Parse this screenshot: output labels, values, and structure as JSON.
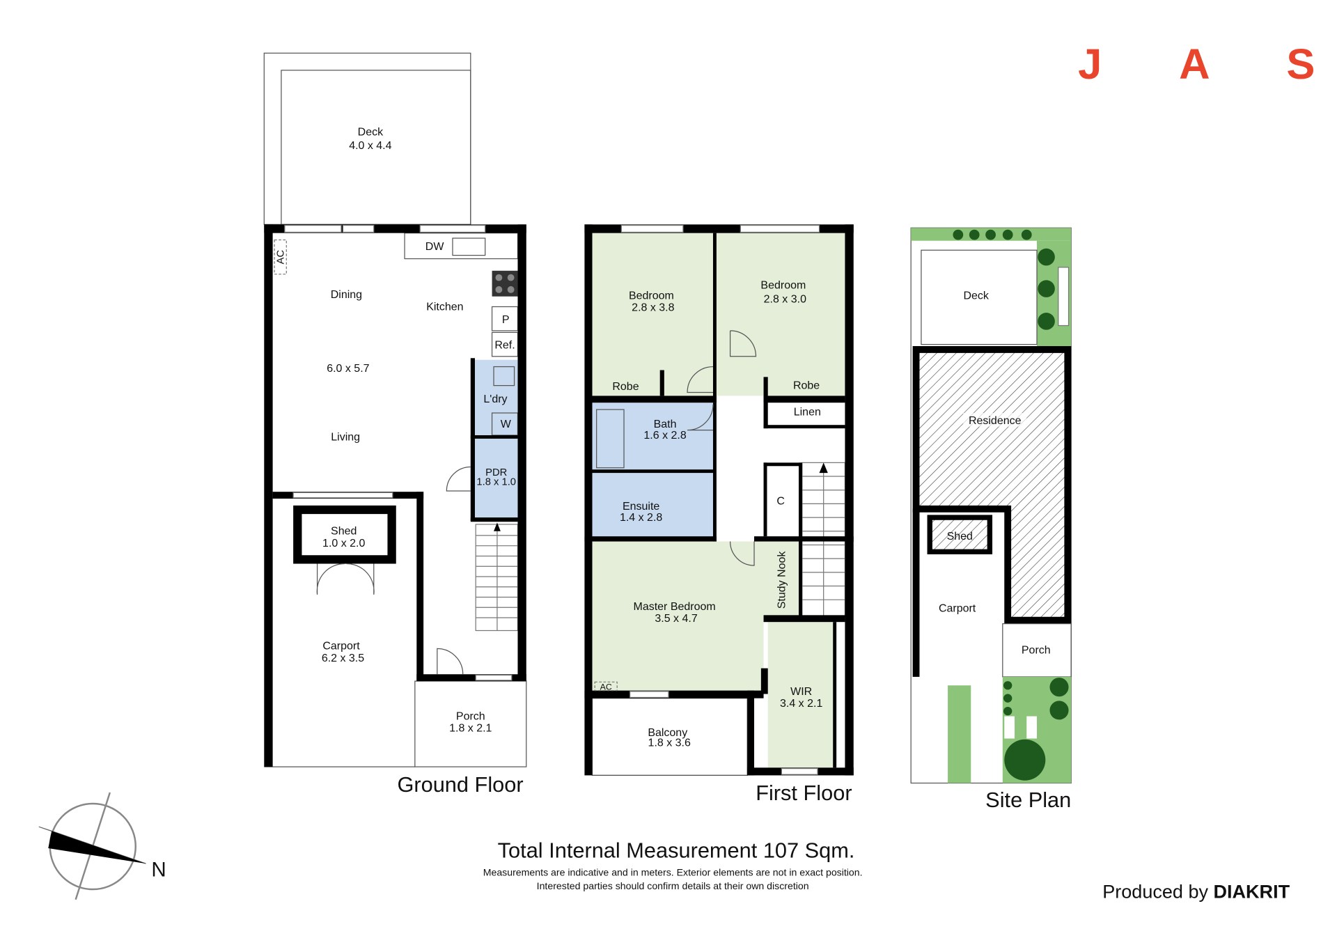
{
  "brand": {
    "logo_letters": [
      "J",
      "A",
      "S"
    ],
    "color": "#e8452c"
  },
  "ground_floor": {
    "title": "Ground Floor",
    "rooms": {
      "deck": {
        "name": "Deck",
        "size": "4.0 x 4.4"
      },
      "dining": {
        "name": "Dining"
      },
      "kitchen": {
        "name": "Kitchen"
      },
      "living_size": "6.0 x 5.7",
      "living": {
        "name": "Living"
      },
      "laundry": {
        "name": "L'dry"
      },
      "pdr": {
        "name": "PDR",
        "size": "1.8 x 1.0"
      },
      "shed": {
        "name": "Shed",
        "size": "1.0 x 2.0"
      },
      "carport": {
        "name": "Carport",
        "size": "6.2 x 3.5"
      },
      "porch": {
        "name": "Porch",
        "size": "1.8 x 2.1"
      }
    },
    "fixtures": {
      "ac": "AC",
      "dw": "DW",
      "pantry": "P",
      "fridge": "Ref.",
      "washer": "W"
    }
  },
  "first_floor": {
    "title": "First Floor",
    "rooms": {
      "bedroom1": {
        "name": "Bedroom",
        "size": "2.8 x 3.8"
      },
      "bedroom2": {
        "name": "Bedroom",
        "size": "2.8 x 3.0"
      },
      "robe1": {
        "name": "Robe"
      },
      "robe2": {
        "name": "Robe"
      },
      "linen": {
        "name": "Linen"
      },
      "bath": {
        "name": "Bath",
        "size": "1.6 x 2.8"
      },
      "ensuite": {
        "name": "Ensuite",
        "size": "1.4 x 2.8"
      },
      "cupboard": {
        "name": "C"
      },
      "study": {
        "name": "Study Nook"
      },
      "master": {
        "name": "Master Bedroom",
        "size": "3.5 x 4.7"
      },
      "wir": {
        "name": "WIR",
        "size": "3.4 x 2.1"
      },
      "balcony": {
        "name": "Balcony",
        "size": "1.8 x 3.6"
      }
    },
    "fixtures": {
      "ac": "AC"
    }
  },
  "site_plan": {
    "title": "Site Plan",
    "labels": {
      "deck": "Deck",
      "residence": "Residence",
      "shed": "Shed",
      "carport": "Carport",
      "porch": "Porch"
    }
  },
  "compass": {
    "label": "N"
  },
  "footer": {
    "total": "Total Internal Measurement 107 Sqm.",
    "disclaimer1": "Measurements are indicative and in meters. Exterior elements are not in exact position.",
    "disclaimer2": "Interested parties should confirm details at their own discretion",
    "produced_by": "Produced by",
    "producer": "DIAKRIT"
  }
}
